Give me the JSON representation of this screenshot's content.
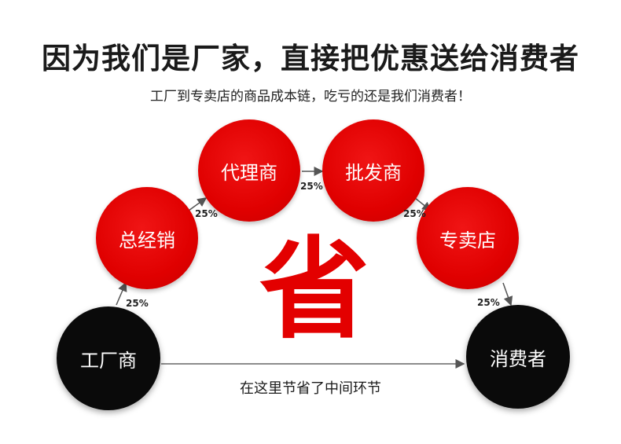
{
  "title": "因为我们是厂家，直接把优惠送给消费者",
  "subtitle": "工厂到专卖店的商品成本链，吃亏的还是我们消费者！",
  "nodes": {
    "factory": "工厂商",
    "distributor": "总经销",
    "agent": "代理商",
    "wholesaler": "批发商",
    "store": "专卖店",
    "consumer": "消费者"
  },
  "markups": {
    "factory_to_distributor": "25%",
    "distributor_to_agent": "25%",
    "agent_to_wholesaler": "25%",
    "wholesaler_to_store": "25%",
    "store_to_consumer": "25%"
  },
  "center_char": "省",
  "bottom_label": "在这里节省了中间环节",
  "colors": {
    "red": "#e00000",
    "black": "#0a0a0a"
  }
}
